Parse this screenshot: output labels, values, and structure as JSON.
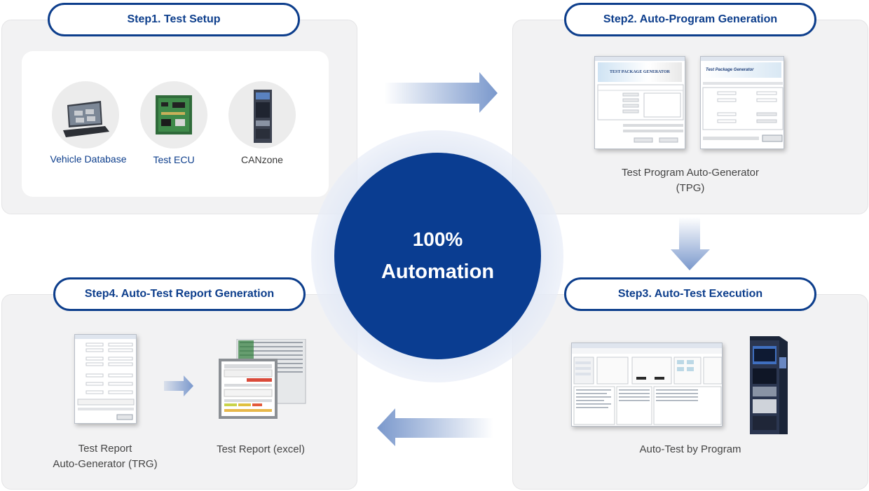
{
  "steps": {
    "step1": {
      "title": "Step1.  Test Setup"
    },
    "step2": {
      "title": "Step2.  Auto-Program Generation"
    },
    "step3": {
      "title": "Step3. Auto-Test Execution"
    },
    "step4": {
      "title": "Step4. Auto-Test Report Generation"
    }
  },
  "setup_items": [
    {
      "label": "Vehicle Database",
      "icon": "laptop-file-cabinet-icon"
    },
    {
      "label": "Test ECU",
      "icon": "circuit-board-icon"
    },
    {
      "label": "CANzone",
      "icon": "server-rack-icon"
    }
  ],
  "step2_caption": {
    "line1": "Test Program Auto-Generator",
    "line2": "(TPG)"
  },
  "step3_caption": "Auto-Test by Program",
  "step4_captions": {
    "trg_line1": "Test Report",
    "trg_line2": "Auto-Generator (TRG)",
    "excel": "Test Report (excel)"
  },
  "center": {
    "line1": "100%",
    "line2": "Automation"
  },
  "screenshots": {
    "tpg_title_a": "TEST PACKAGE GENERATOR",
    "tpg_title_b": "Test Package Generator"
  },
  "colors": {
    "accent": "#0d3e8c",
    "center_fill": "#0a3d91",
    "panel_bg": "#f2f2f3",
    "arrow": "#7a98cc"
  }
}
